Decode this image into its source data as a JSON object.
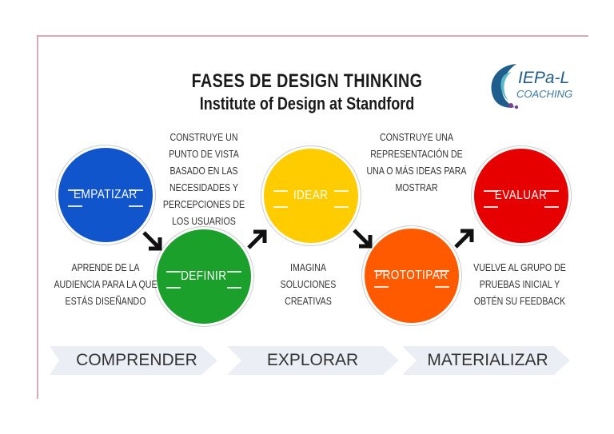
{
  "header": {
    "title": "FASES DE DESIGN THINKING",
    "subtitle": "Institute of Design at Standford"
  },
  "logo": {
    "name": "IEPa-L",
    "tagline": "COACHING",
    "colors": [
      "#1e5e8c",
      "#5bb8c9",
      "#7a3f8f"
    ]
  },
  "phases": [
    {
      "label": "EMPATIZAR",
      "color": "#1155cc",
      "description": "APRENDE DE LA AUDIENCIA PARA LA QUE ESTÁS DISEÑANDO"
    },
    {
      "label": "DEFINIR",
      "color": "#1aa02b",
      "description": "CONSTRUYE UN PUNTO DE VISTA BASADO EN LAS NECESIDADES Y PERCEPCIONES DE LOS USUARIOS"
    },
    {
      "label": "IDEAR",
      "color": "#ffcc00",
      "description": "IMAGINA SOLUCIONES CREATIVAS"
    },
    {
      "label": "PROTOTIPAR",
      "color": "#ff5a00",
      "description": "CONSTRUYE UNA REPRESENTACIÓN DE UNA O MÁS IDEAS PARA MOSTRAR"
    },
    {
      "label": "EVALUAR",
      "color": "#e60000",
      "description": "VUELVE AL GRUPO DE PRUEBAS INICIAL Y OBTÉN SU FEEDBACK"
    }
  ],
  "stages": [
    "COMPRENDER",
    "EXPLORAR",
    "MATERIALIZAR"
  ],
  "icons": [
    "arrow-down-right-icon",
    "arrow-up-right-icon"
  ]
}
